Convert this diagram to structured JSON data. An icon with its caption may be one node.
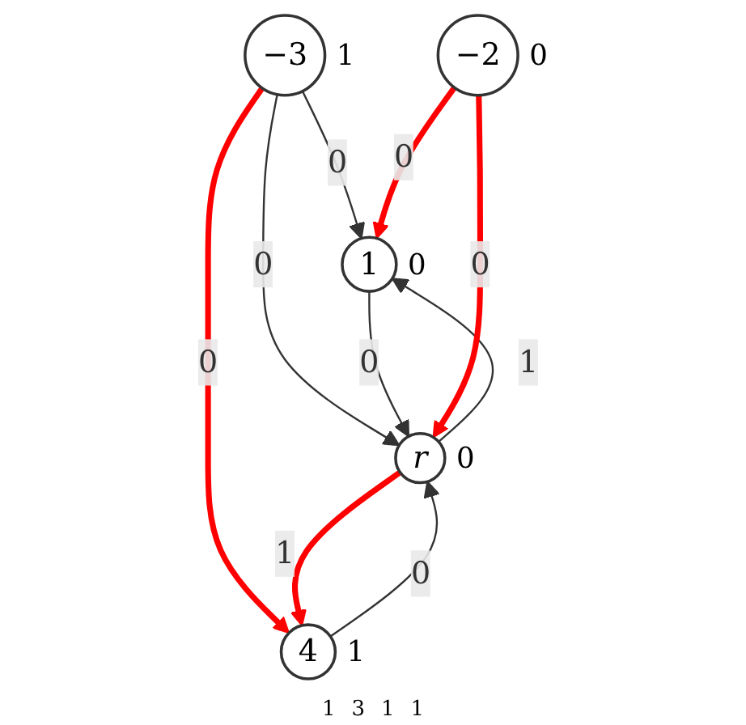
{
  "diagram": {
    "nodes": [
      {
        "text": [
          "1"
        ],
        "beside": [
          "0"
        ]
      },
      {
        "text": [
          "−3"
        ],
        "beside": [
          "1"
        ]
      },
      {
        "text": [
          "−2"
        ],
        "beside": [
          "0"
        ]
      },
      {
        "text": [
          "4"
        ],
        "beside": [
          "1"
        ]
      },
      {
        "text": [
          "r"
        ],
        "beside": [
          "0"
        ]
      }
    ],
    "edges": [
      {
        "from": 1,
        "to": 0,
        "arrow": "to",
        "label": "0"
      },
      {
        "from": 1,
        "to": 3,
        "arrow": "to",
        "label": "0",
        "style": "thick",
        "color": "#ff0000"
      },
      {
        "from": 1,
        "to": 4,
        "arrow": "to",
        "label": "0"
      },
      {
        "from": 0,
        "to": 4,
        "arrow": "to",
        "label": "0"
      },
      {
        "from": 4,
        "to": 0,
        "arrow": "to",
        "label": "1"
      },
      {
        "from": 2,
        "to": 0,
        "arrow": "to",
        "label": "0",
        "style": "thick",
        "color": "#ff0000"
      },
      {
        "from": 2,
        "to": 4,
        "arrow": "to",
        "label": "0",
        "style": "thick",
        "color": "#ff0000"
      },
      {
        "from": 4,
        "to": 3,
        "arrow": "to",
        "label": "1",
        "style": "thick",
        "color": "#ff0000"
      },
      {
        "from": 3,
        "to": 4,
        "arrow": "to",
        "label": "0"
      }
    ],
    "labels": [
      "1",
      "3",
      "1",
      "1"
    ]
  }
}
